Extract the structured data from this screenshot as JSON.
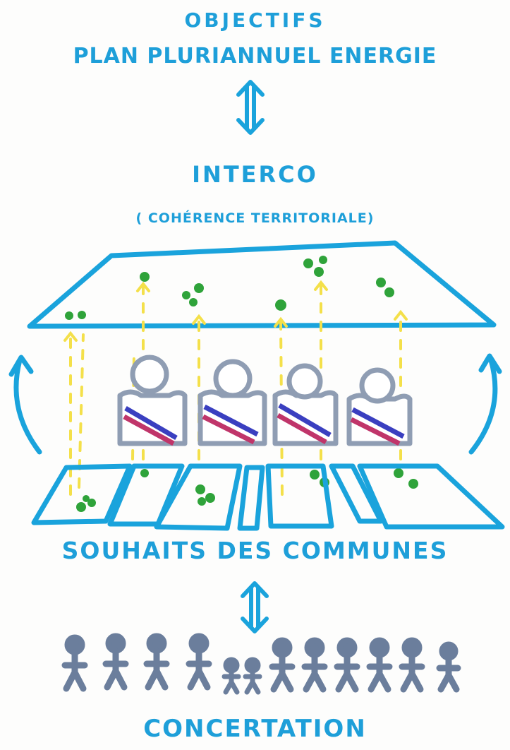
{
  "labels": {
    "objectifs": "OBJECTiFS",
    "plan": "PLAN PLURiANNUEL ENERGiE",
    "interco": "INTERCO",
    "coherence": "( COHÉRENCE TERRiTORiALE)",
    "souhaits": "SOUHAiTS DES COMMUNES",
    "concertation": "CONCERTATiON"
  },
  "colors": {
    "text": "#1e9fd9",
    "frame": "#1aa3dc",
    "figure_outline": "#8f9db3",
    "sash_blue": "#3a3fc0",
    "sash_red": "#c0356a",
    "dots": "#2fa33a",
    "flows": "#f4e04a",
    "crowd": "#6b7e9c"
  },
  "icons": {
    "top_arrow": "double-arrow-icon",
    "bottom_arrow": "double-arrow-icon",
    "left_arrow": "curved-arrow-up-icon",
    "right_arrow": "curved-arrow-up-icon",
    "elected": "elected-official-icon",
    "people": "person-icon"
  }
}
